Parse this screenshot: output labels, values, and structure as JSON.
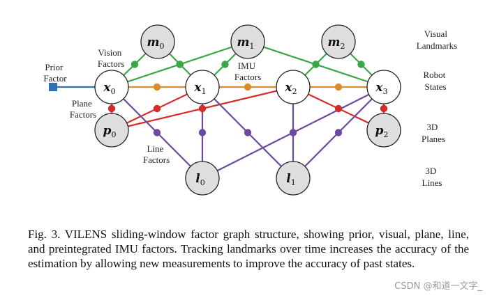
{
  "colors": {
    "vision": "#3aa648",
    "imu": "#e08a2e",
    "plane": "#d42b2b",
    "line": "#6c4aa0",
    "prior": "#2f6fb6",
    "landmark_fill": "#dedede",
    "state_fill": "#ffffff"
  },
  "nodes": {
    "x0": {
      "base": "x",
      "sub": "0"
    },
    "x1": {
      "base": "x",
      "sub": "1"
    },
    "x2": {
      "base": "x",
      "sub": "2"
    },
    "x3": {
      "base": "x",
      "sub": "3"
    },
    "m0": {
      "base": "m",
      "sub": "0"
    },
    "m1": {
      "base": "m",
      "sub": "1"
    },
    "m2": {
      "base": "m",
      "sub": "2"
    },
    "p0": {
      "base": "p",
      "sub": "0"
    },
    "p2": {
      "base": "p",
      "sub": "2"
    },
    "l0": {
      "base": "l",
      "sub": "0"
    },
    "l1": {
      "base": "l",
      "sub": "1"
    }
  },
  "labels": {
    "prior_factor": [
      "Prior",
      "Factor"
    ],
    "vision_factors": [
      "Vision",
      "Factors"
    ],
    "imu_factors": [
      "IMU",
      "Factors"
    ],
    "plane_factors": [
      "Plane",
      "Factors"
    ],
    "line_factors": [
      "Line",
      "Factors"
    ]
  },
  "side_labels": {
    "visual_landmarks": [
      "Visual",
      "Landmarks"
    ],
    "robot_states": [
      "Robot",
      "States"
    ],
    "planes_3d": [
      "3D",
      "Planes"
    ],
    "lines_3d": [
      "3D",
      "Lines"
    ]
  },
  "caption": "Fig. 3.  VILENS sliding-window factor graph structure, showing prior, visual, plane, line, and preintegrated IMU factors. Tracking landmarks over time increases the accuracy of the estimation by allowing new measurements to improve the accuracy of past states.",
  "watermark": "CSDN @和道一文字_"
}
